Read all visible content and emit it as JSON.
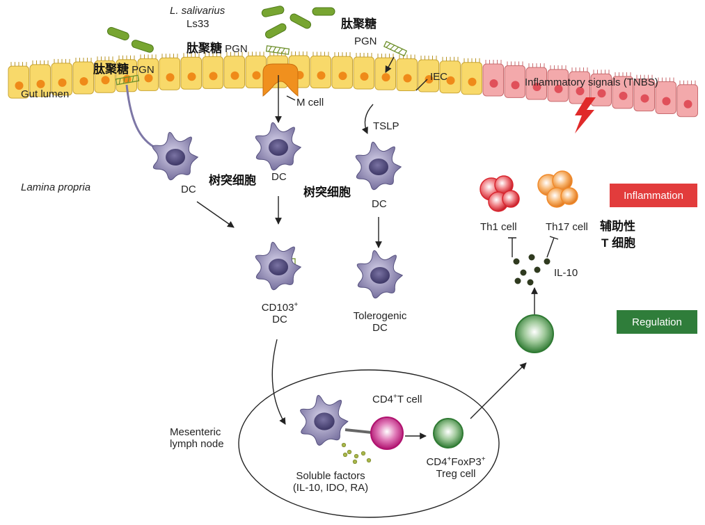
{
  "labels": {
    "bacterium_name": "L. salivarius",
    "bacterium_strain": "Ls33",
    "pgn_cn": "肽聚糖",
    "pgn": "PGN",
    "gut_lumen": "Gut lumen",
    "m_cell": "M cell",
    "iec": "IEC",
    "tslp": "TSLP",
    "inflammatory_signals": "Inflammatory signals (TNBS)",
    "lamina_propria": "Lamina propria",
    "dc": "DC",
    "dc_cn": "树突细胞",
    "cd103_dc_1": "CD103",
    "cd103_sup": "+",
    "tolerogenic_1": "Tolerogenic",
    "th1": "Th1 cell",
    "th17": "Th17 cell",
    "th_cn_1": "辅助性",
    "th_cn_2": "T 细胞",
    "il10": "IL-10",
    "inflammation": "Inflammation",
    "regulation": "Regulation",
    "mesenteric_1": "Mesenteric",
    "mesenteric_2": "lymph node",
    "cd4t_pre": "CD4",
    "cd4t_sup": "+",
    "cd4t_post": "T cell",
    "soluble_1": "Soluble factors",
    "soluble_2": "(IL-10, IDO, RA)",
    "treg_pre": "CD4",
    "treg_sup1": "+",
    "treg_mid": "FoxP3",
    "treg_sup2": "+",
    "treg_2": "Treg cell"
  },
  "colors": {
    "healthy_cell": "#f8d96a",
    "inflamed_cell": "#f3a9ab",
    "m_cell": "#f0901e",
    "dc": "#8e87b5",
    "bacterium": "#77a531",
    "inflammation_badge": "#e23c3c",
    "regulation_badge": "#2f7d3a",
    "th1": "#d9262f",
    "th17": "#f08a2b",
    "treg": "#3d8b3a",
    "cd4t": "#c2187c"
  }
}
